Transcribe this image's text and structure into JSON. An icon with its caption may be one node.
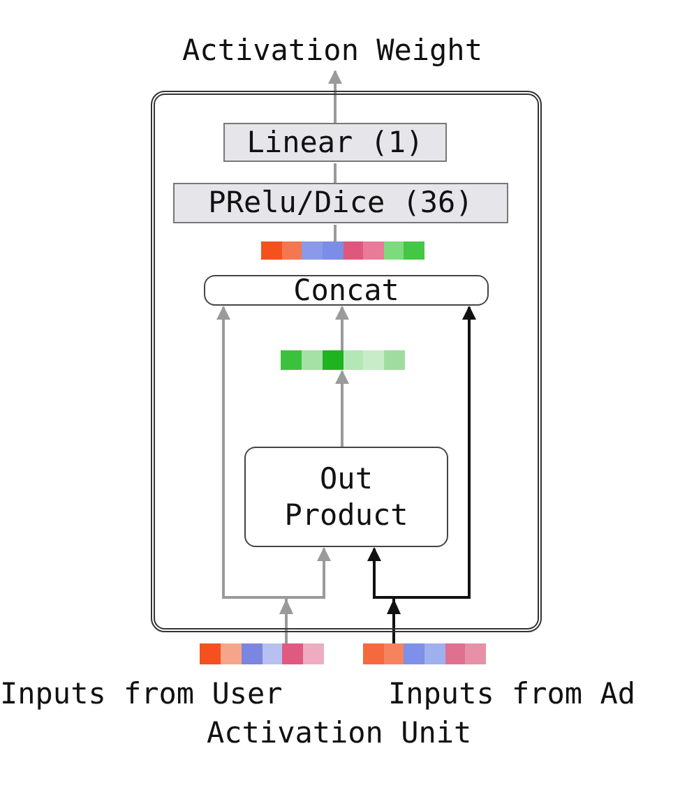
{
  "diagram": {
    "caption": "Activation Unit",
    "nodes": [
      {
        "text": [],
        "shape": "box"
      },
      {
        "text": [
          "Linear (1)"
        ],
        "in": 0
      },
      {
        "text": [
          "PRelu/Dice (36)"
        ],
        "in": 0
      },
      {
        "text": [],
        "shape": "bar",
        "in": 0
      },
      {
        "text": [
          "Concat"
        ],
        "in": 0
      },
      {
        "text": [],
        "shape": "bar",
        "in": 0
      },
      {
        "text": [
          "Out Product"
        ],
        "in": 0
      },
      {
        "text": [],
        "shape": "bar",
        "beside": [
          "Inputs from User"
        ]
      },
      {
        "text": [],
        "shape": "bar",
        "beside": [
          "Inputs from Ad"
        ]
      },
      {
        "text": [
          "Activation Weight"
        ]
      }
    ],
    "edges": [
      {
        "from": 1,
        "to": 9,
        "arrow": "to"
      },
      {
        "from": 2,
        "to": 1,
        "arrow": "none"
      },
      {
        "from": 3,
        "to": 2,
        "arrow": "none"
      },
      {
        "from": 5,
        "to": 4,
        "arrow": "to"
      },
      {
        "from": 6,
        "to": 5,
        "arrow": "to"
      },
      {
        "from": 7,
        "to": 4,
        "arrow": "to"
      },
      {
        "from": 7,
        "to": 6,
        "arrow": "to"
      },
      {
        "from": 8,
        "to": 6,
        "arrow": "to",
        "color": "#111111"
      },
      {
        "from": 8,
        "to": 4,
        "arrow": "to",
        "color": "#111111"
      }
    ]
  }
}
